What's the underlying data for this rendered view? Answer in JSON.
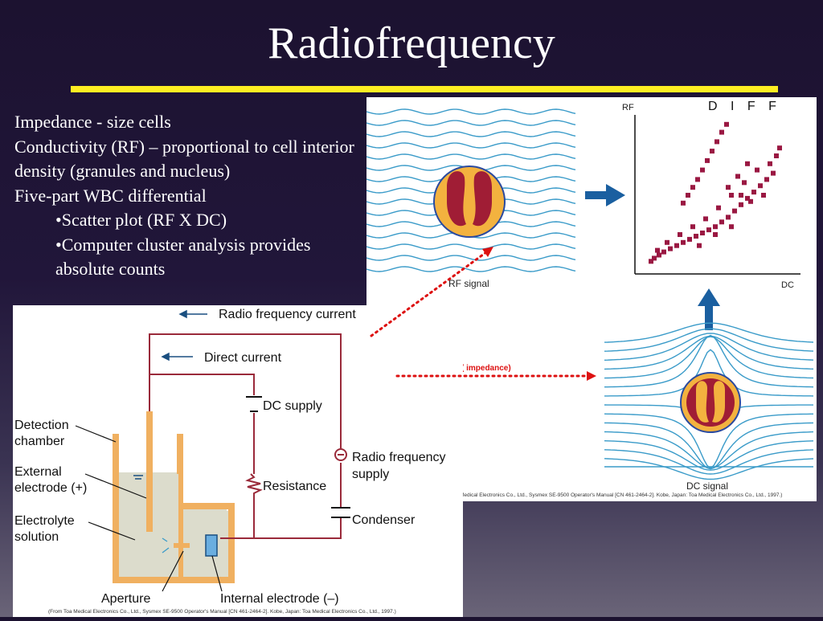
{
  "slide": {
    "title": "Radiofrequency",
    "bullets": [
      "Impedance - size cells",
      "Conductivity (RF) – proportional to cell interior density (granules and nucleus)",
      "Five-part WBC differential"
    ],
    "sub_bullets": [
      "•Scatter plot (RF X DC)",
      "•Computer cluster analysis provides absolute counts"
    ],
    "colors": {
      "title": "#ffffff",
      "rule": "#ffee22",
      "arrow_red": "#dd1111",
      "arrow_blue": "#1a5fa0",
      "cell_outer": "#f3b23f",
      "cell_inner": "#a01d35"
    }
  },
  "rf_diagram": {
    "rf_signal_label": "RF signal",
    "dc_signal_label": "DC signal",
    "impedance_label": "( impedance)",
    "credit": "Medical Electronics Co., Ltd., Sysmex SE-9500 Operator's Manual [CN 461-2464-2]. Kobe, Japan: Toa Medical Electronics Co., Ltd., 1997.)"
  },
  "chart_data": {
    "type": "scatter",
    "title": "D I F F",
    "xlabel": "DC",
    "ylabel": "RF",
    "grid": false,
    "series": [
      {
        "color": "#9a1842",
        "points": [
          [
            0.1,
            0.08
          ],
          [
            0.12,
            0.1
          ],
          [
            0.15,
            0.12
          ],
          [
            0.18,
            0.14
          ],
          [
            0.22,
            0.16
          ],
          [
            0.26,
            0.18
          ],
          [
            0.3,
            0.2
          ],
          [
            0.34,
            0.22
          ],
          [
            0.38,
            0.24
          ],
          [
            0.42,
            0.26
          ],
          [
            0.46,
            0.28
          ],
          [
            0.5,
            0.3
          ],
          [
            0.54,
            0.33
          ],
          [
            0.58,
            0.36
          ],
          [
            0.62,
            0.4
          ],
          [
            0.66,
            0.44
          ],
          [
            0.7,
            0.48
          ],
          [
            0.74,
            0.52
          ],
          [
            0.78,
            0.56
          ],
          [
            0.82,
            0.6
          ],
          [
            0.86,
            0.64
          ],
          [
            0.14,
            0.15
          ],
          [
            0.2,
            0.2
          ],
          [
            0.28,
            0.25
          ],
          [
            0.36,
            0.3
          ],
          [
            0.44,
            0.35
          ],
          [
            0.52,
            0.42
          ],
          [
            0.6,
            0.5
          ],
          [
            0.68,
            0.58
          ],
          [
            0.76,
            0.66
          ],
          [
            0.3,
            0.45
          ],
          [
            0.33,
            0.5
          ],
          [
            0.36,
            0.55
          ],
          [
            0.39,
            0.6
          ],
          [
            0.42,
            0.66
          ],
          [
            0.45,
            0.72
          ],
          [
            0.48,
            0.78
          ],
          [
            0.51,
            0.84
          ],
          [
            0.54,
            0.9
          ],
          [
            0.57,
            0.95
          ],
          [
            0.64,
            0.62
          ],
          [
            0.7,
            0.7
          ],
          [
            0.58,
            0.55
          ],
          [
            0.66,
            0.5
          ],
          [
            0.72,
            0.46
          ],
          [
            0.8,
            0.5
          ],
          [
            0.84,
            0.7
          ],
          [
            0.88,
            0.75
          ],
          [
            0.9,
            0.8
          ],
          [
            0.6,
            0.3
          ],
          [
            0.5,
            0.25
          ],
          [
            0.4,
            0.18
          ]
        ]
      }
    ]
  },
  "circuit": {
    "labels": {
      "rf_current": "Radio frequency current",
      "direct_current": "Direct current",
      "dc_supply": "DC supply",
      "resistance": "Resistance",
      "rf_supply_1": "Radio frequency",
      "rf_supply_2": "supply",
      "condenser": "Condenser",
      "detection_1": "Detection",
      "detection_2": "chamber",
      "external_1": "External",
      "external_2": "electrode (+)",
      "electrolyte_1": "Electrolyte",
      "electrolyte_2": "solution",
      "aperture": "Aperture",
      "internal": "Internal electrode (–)"
    },
    "credit": "(From Toa Medical Electronics Co., Ltd., Sysmex SE-9500 Operator's Manual [CN 461-2464-2]. Kobe, Japan: Toa Medical Electronics Co., Ltd., 1997.)"
  }
}
